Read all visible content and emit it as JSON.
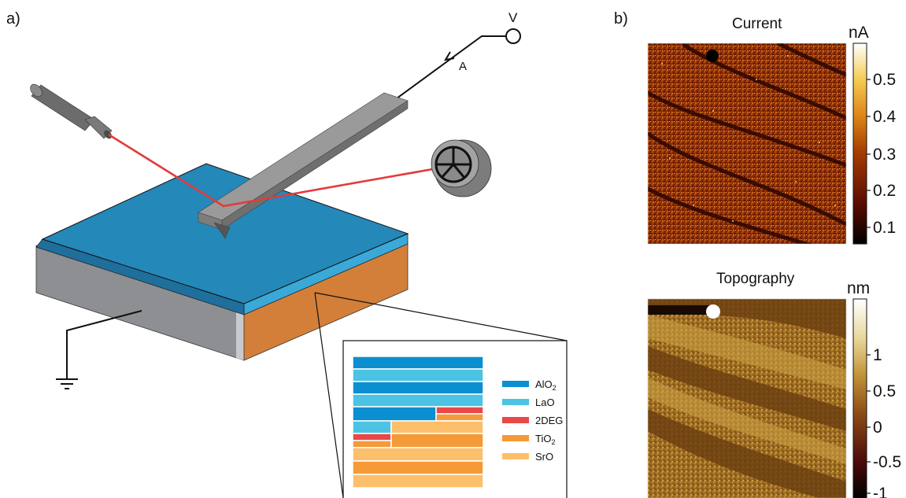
{
  "panel_a": {
    "label": "a)",
    "voltage_label": "V",
    "current_label": "A",
    "stack_legend": [
      {
        "name": "AlO",
        "sub": "2",
        "color": "#0c8fd0"
      },
      {
        "name": "LaO",
        "sub": "",
        "color": "#4cc3e2"
      },
      {
        "name": "2DEG",
        "sub": "",
        "color": "#e84848"
      },
      {
        "name": "TiO",
        "sub": "2",
        "color": "#f49a38"
      },
      {
        "name": "SrO",
        "sub": "",
        "color": "#fcbf6c"
      }
    ],
    "colors": {
      "top_surface": "#2488b9",
      "top_layer_edge": "#3aa9d8",
      "substrate_front": "#d37f3a",
      "substrate_side": "#8d8f93",
      "cantilever": "#8f8f8f",
      "laser": "#e33b3b"
    }
  },
  "panel_b": {
    "label": "b)",
    "maps": [
      {
        "name": "current",
        "title": "Current",
        "unit": "nA",
        "ticks": [
          "0.5",
          "0.4",
          "0.3",
          "0.2",
          "0.1"
        ],
        "colormap": "afmhot",
        "colormap_stops": [
          "#000000",
          "#5a0c00",
          "#a43a00",
          "#e08a1a",
          "#f4cc52",
          "#ffffff"
        ]
      },
      {
        "name": "topography",
        "title": "Topography",
        "unit": "nm",
        "ticks": [
          "1",
          "0.5",
          "0",
          "-0.5",
          "-1"
        ],
        "colormap": "brown-gold",
        "colormap_stops": [
          "#000000",
          "#4a0a0a",
          "#8c4a14",
          "#c29438",
          "#e8d79a",
          "#ffffff"
        ]
      }
    ]
  }
}
